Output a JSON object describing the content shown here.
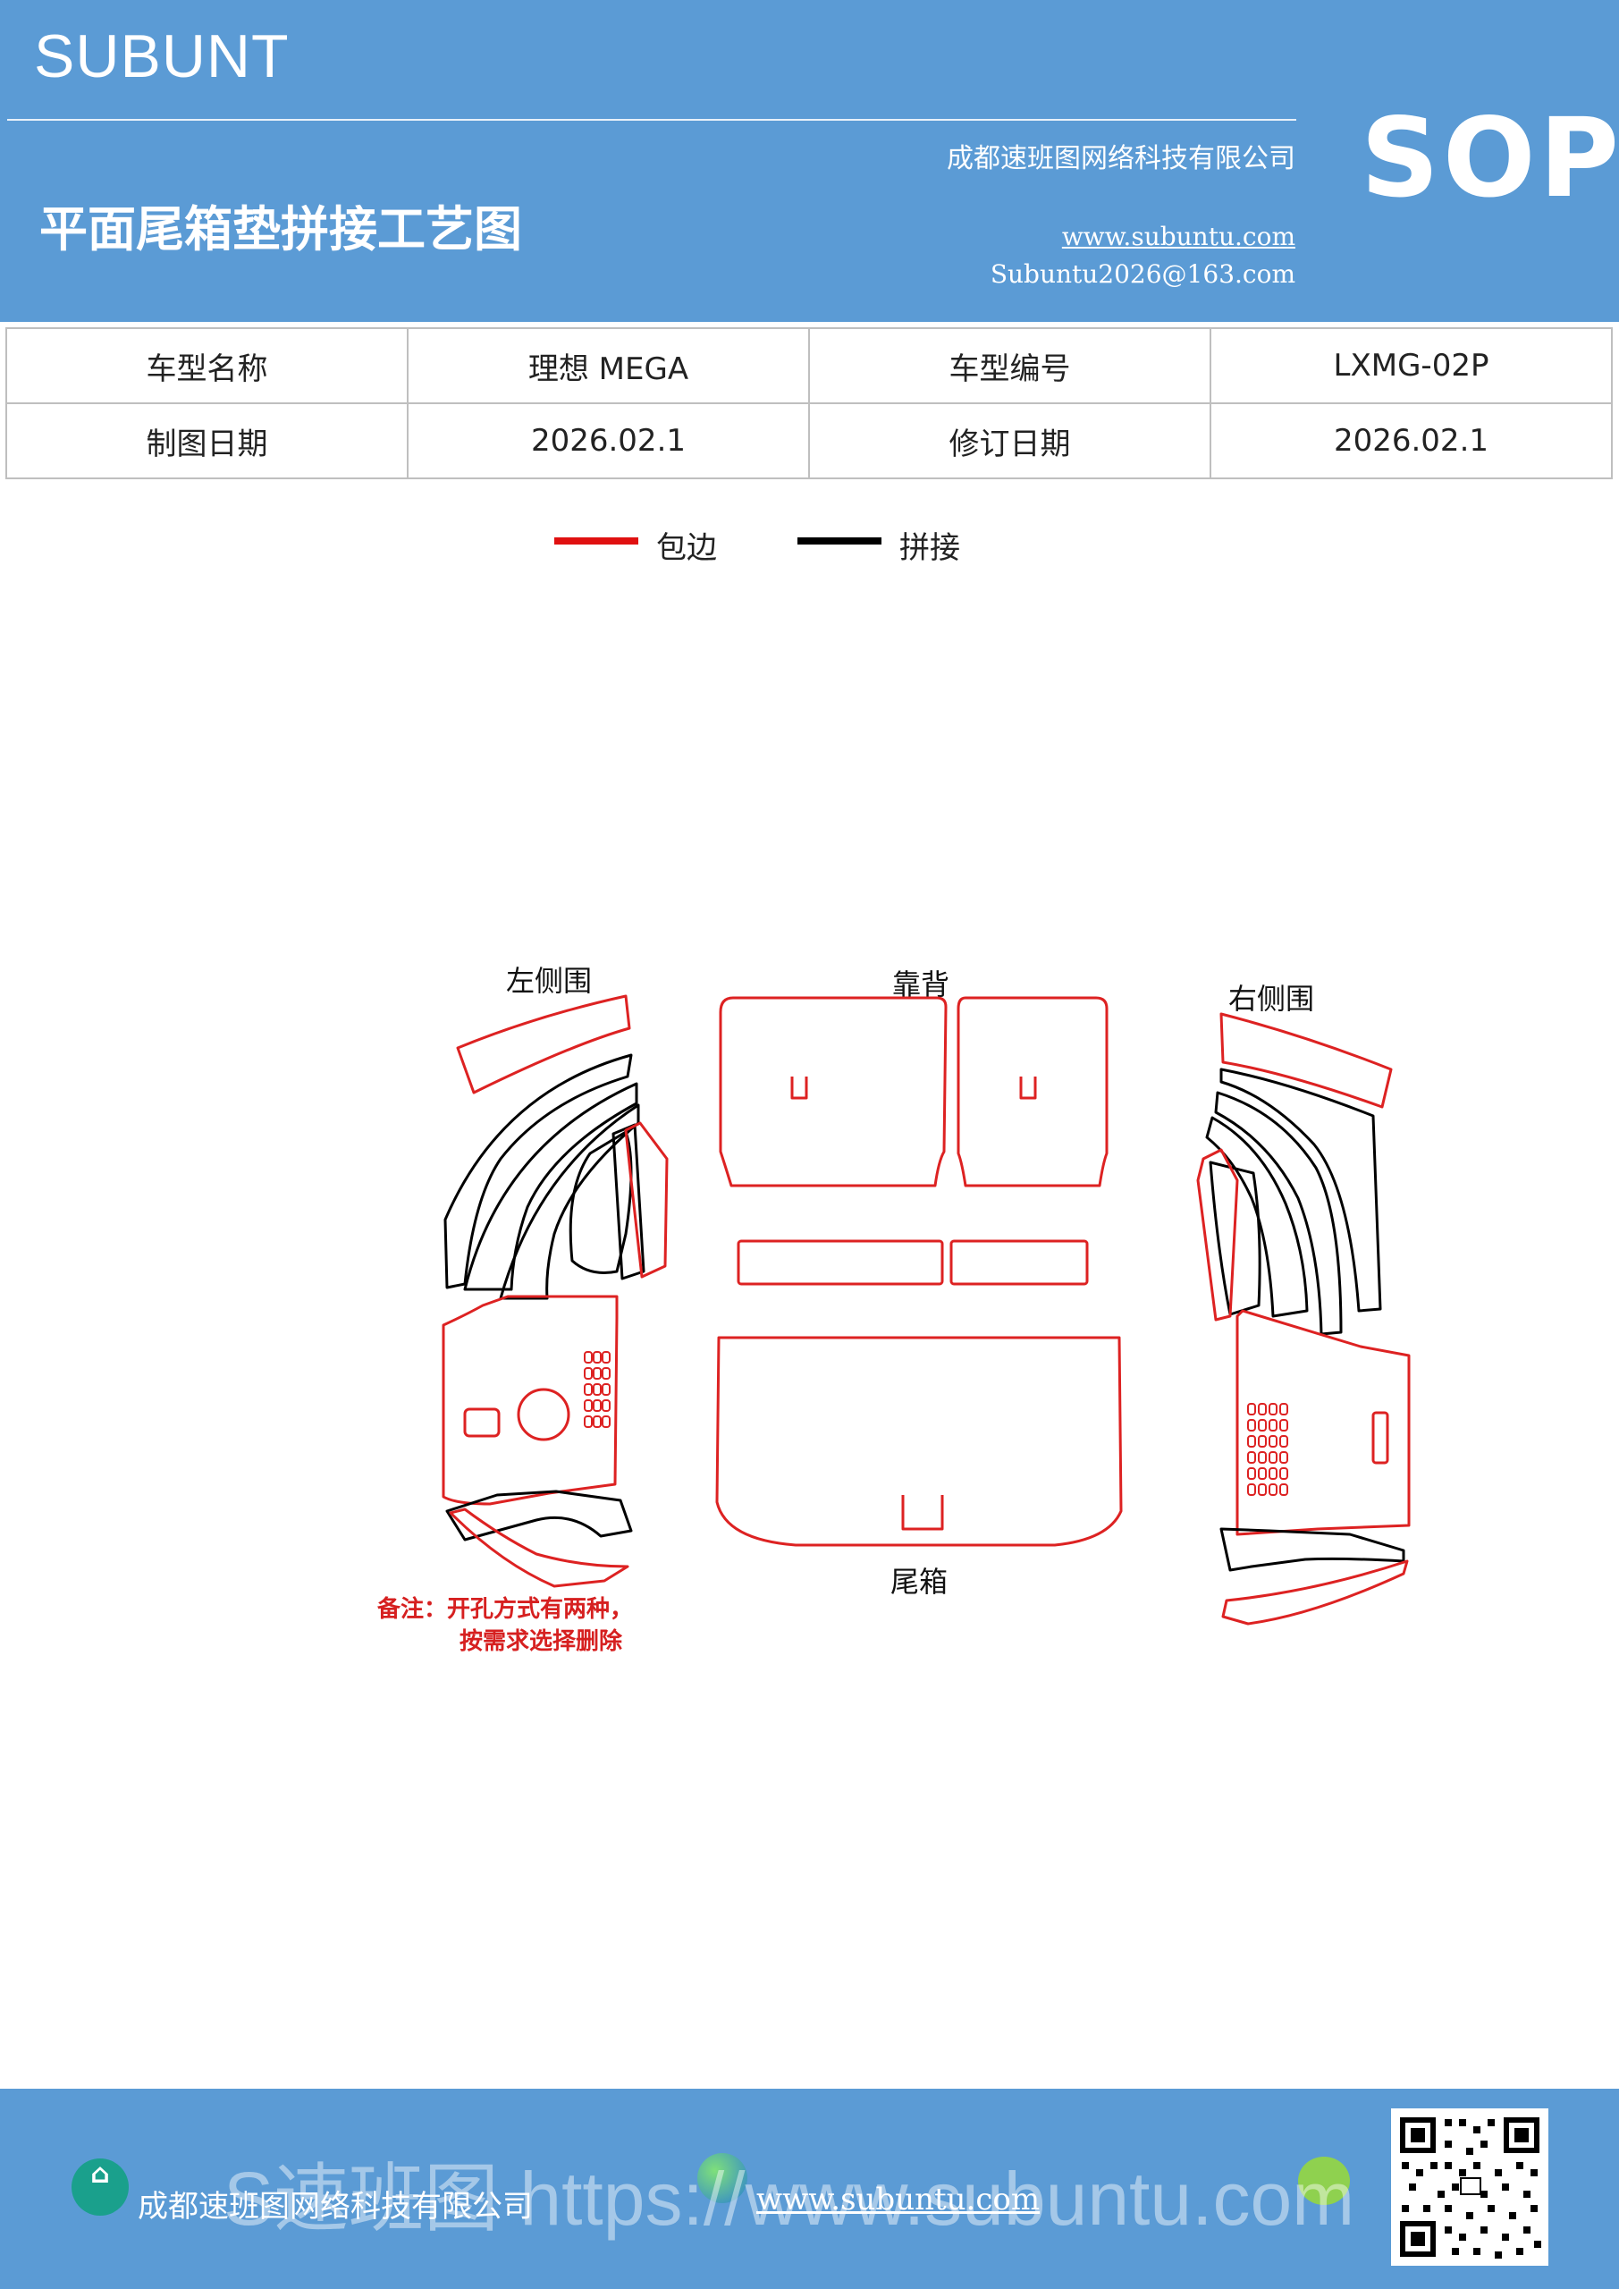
{
  "header": {
    "brand": "SUBUNT",
    "title": "平面尾箱垫拼接工艺图",
    "company": "成都速班图网络科技有限公司",
    "website": "www.subuntu.com",
    "email": "Subuntu2026@163.com",
    "badge": "SOP"
  },
  "info_table": {
    "rows": [
      [
        "车型名称",
        "理想 MEGA",
        "车型编号",
        "LXMG-02P"
      ],
      [
        "制图日期",
        "2026.02.1",
        "修订日期",
        "2026.02.1"
      ]
    ]
  },
  "legend": {
    "items": [
      {
        "label": "包边",
        "color": "#e01010"
      },
      {
        "label": "拼接",
        "color": "#000000"
      }
    ]
  },
  "diagram": {
    "labels": {
      "left_side": "左侧围",
      "back": "靠背",
      "right_side": "右侧围",
      "trunk": "尾箱"
    },
    "note_line1": "备注：开孔方式有两种，",
    "note_line2": "按需求选择删除"
  },
  "footer": {
    "company": "成都速班图网络科技有限公司",
    "website": "www.subuntu.com",
    "watermark": "S速班图 https://www.subuntu.com"
  }
}
